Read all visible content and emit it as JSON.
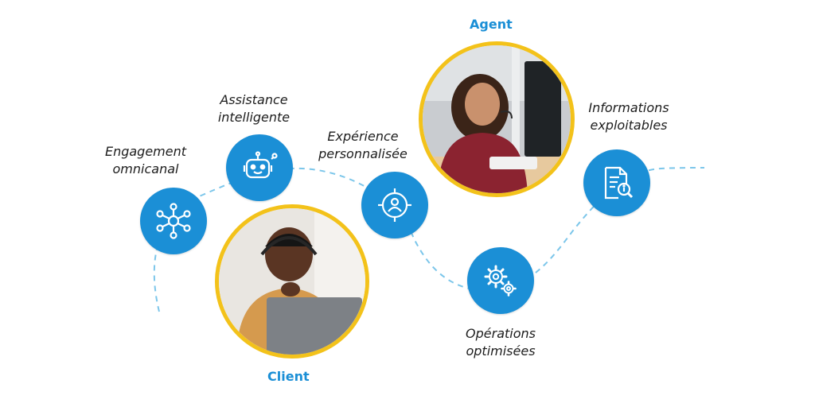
{
  "roles": {
    "agent": "Agent",
    "client": "Client"
  },
  "features": [
    {
      "id": "omnichannel",
      "lines": [
        "Engagement",
        "omnicanal"
      ],
      "icon": "network-hub-icon"
    },
    {
      "id": "assistance",
      "lines": [
        "Assistance",
        "intelligente"
      ],
      "icon": "robot-icon"
    },
    {
      "id": "experience",
      "lines": [
        "Expérience",
        "personnalisée"
      ],
      "icon": "user-target-icon"
    },
    {
      "id": "operations",
      "lines": [
        "Opérations",
        "optimisées"
      ],
      "icon": "gears-icon"
    },
    {
      "id": "insights",
      "lines": [
        "Informations",
        "exploitables"
      ],
      "icon": "document-search-icon"
    }
  ],
  "colors": {
    "accent": "#1b8fd6",
    "ring": "#f3c21a",
    "path": "#7cc6ea",
    "text": "#1d1d1d"
  }
}
